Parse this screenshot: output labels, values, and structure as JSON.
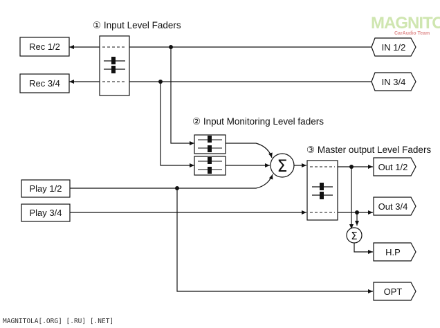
{
  "sections": {
    "input_faders": "① Input Level Faders",
    "monitoring_faders": "② Input Monitoring Level faders",
    "master_faders": "③ Master output Level Faders"
  },
  "ports": {
    "rec12": "Rec 1/2",
    "rec34": "Rec 3/4",
    "in12": "IN 1/2",
    "in34": "IN 3/4",
    "play12": "Play 1/2",
    "play34": "Play 3/4",
    "out12": "Out 1/2",
    "out34": "Out 3/4",
    "hp": "H.P",
    "opt": "OPT"
  },
  "symbols": {
    "sum": "Σ"
  },
  "logo": {
    "brand": "MAGNITOLA",
    "sub": "CarAudio Team"
  },
  "watermark": "MAGNITOLA[.ORG] [.RU] [.NET]"
}
